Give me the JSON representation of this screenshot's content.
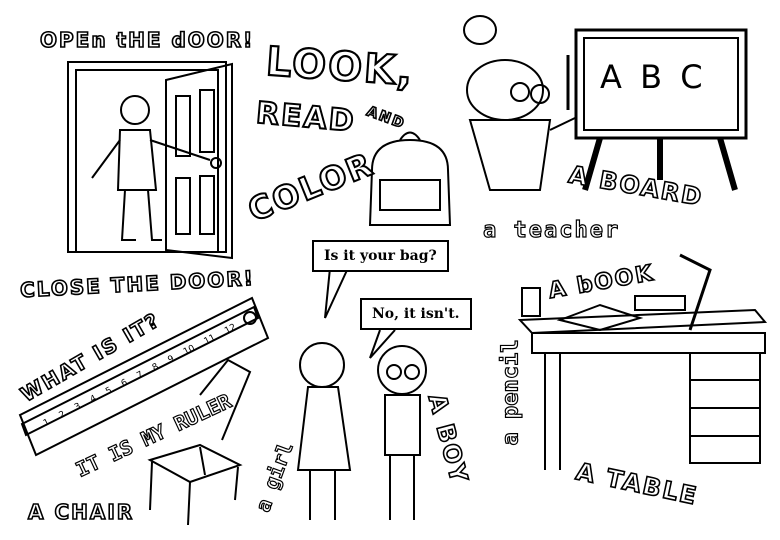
{
  "header": {
    "open_door": "OPEn tHE dOOR!",
    "title_look": "LOOK,",
    "title_read": "READ",
    "title_and": "AND",
    "title_color": "COLOR"
  },
  "board": {
    "letters": "A B C",
    "label": "A BOARD"
  },
  "teacher": {
    "label": "a teacher"
  },
  "door": {
    "close_label": "CLOSE THE DOOR!"
  },
  "ruler": {
    "question": "WHAT IS IT?",
    "answer": "IT IS MY RULER",
    "numbers": [
      "1",
      "2",
      "3",
      "4",
      "5",
      "6",
      "7",
      "8",
      "9",
      "10",
      "11",
      "12"
    ]
  },
  "dialog": {
    "question": "Is it your bag?",
    "answer": "No, it isn't."
  },
  "labels": {
    "book": "A bOOK",
    "pencil": "a pencil",
    "boy": "A BOY",
    "girl": "a girl",
    "chair": "A CHAIR",
    "table": "A TABLE"
  }
}
